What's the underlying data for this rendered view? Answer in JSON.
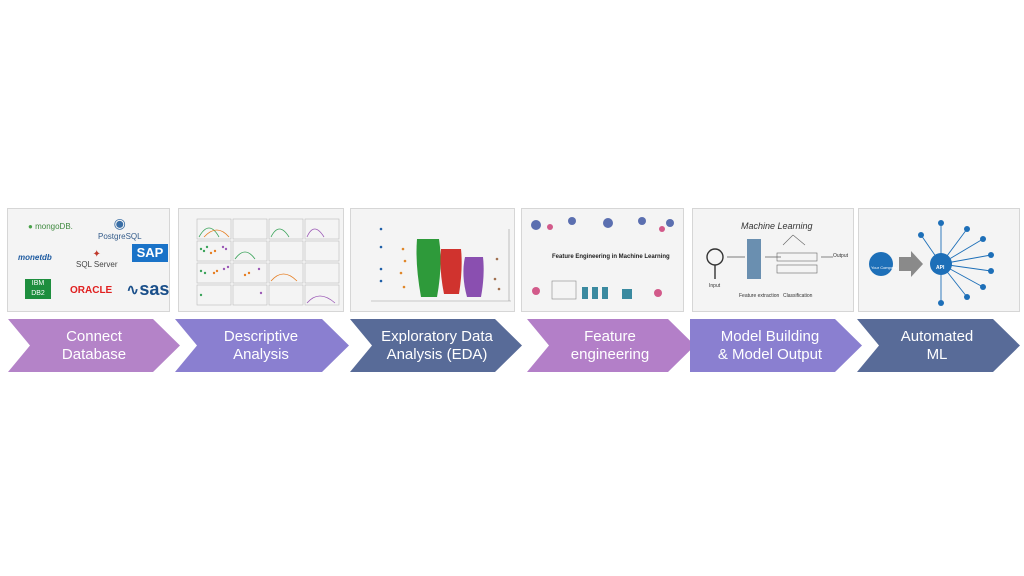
{
  "colors": {
    "purple_light": "#b97fc9",
    "purple_mid": "#8a7fcf",
    "slate": "#5a6d99",
    "purple": "#8e84c9"
  },
  "steps": [
    {
      "label": "Connect\nDatabase",
      "color": "#b483c8"
    },
    {
      "label": "Descriptive\nAnalysis",
      "color": "#8a7fd0"
    },
    {
      "label": "Exploratory Data\nAnalysis (EDA)",
      "color": "#586b98"
    },
    {
      "label": "Feature\nengineering",
      "color": "#b37fc8"
    },
    {
      "label": "Model Building\n& Model Output",
      "color": "#8a7fd0"
    },
    {
      "label": "Automated\nML",
      "color": "#586b98"
    }
  ],
  "thumbnails": {
    "database_logos": [
      "mongoDB.",
      "PostgreSQL",
      "monetdb",
      "SQL Server",
      "SAP",
      "IBM DB2",
      "ORACLE",
      "sas"
    ],
    "feature_title": "Feature Engineering in Machine Learning",
    "ml_title": "Machine Learning",
    "ml_labels": [
      "Input",
      "Feature extraction",
      "Classification",
      "Output"
    ],
    "automl_center": "API",
    "automl_company": "Your Company"
  }
}
